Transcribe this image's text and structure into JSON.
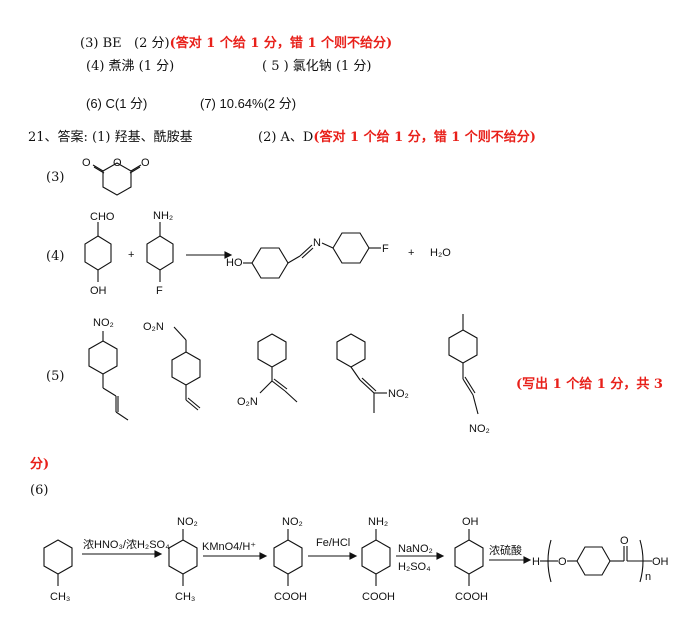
{
  "q3_line": {
    "num": "(3)",
    "ans": "BE",
    "score": "(2 分)",
    "note": "(答对 1 个给 1 分，错 1 个则不给分)"
  },
  "q4_line": {
    "a": "(4) 煮沸 (1 分)",
    "b": "( 5 )  氯化钠 (1 分)"
  },
  "q6_line": {
    "a": "(6)  C(1 分)",
    "b": "(7)  10.64%(2 分)"
  },
  "q21": {
    "head": "21、答案:  (1) 羟基、酰胺基",
    "p2": "(2)  A、D",
    "note": "(答对 1 个给 1 分，错 1 个则不给分)"
  },
  "labels": {
    "p3": "(3)",
    "p4": "(4)",
    "p5": "(5)",
    "p6": "(6)"
  },
  "p5_note_a": "(写出 1 个给 1 分，共 3",
  "p5_note_b": "分)",
  "chem": {
    "o": "O",
    "cho": "CHO",
    "nh2": "NH₂",
    "oh": "OH",
    "f": "F",
    "n": "N",
    "ho": "HO",
    "h2o": "H₂O",
    "plus": "+",
    "no2": "NO₂",
    "o2n": "O₂N",
    "ch3": "CH₃",
    "cooh": "COOH",
    "h": "H",
    "n_sub": "n",
    "r1": "浓HNO₃/浓H₂SO₄",
    "r2": "KMnO4/H⁺",
    "r3": "Fe/HCl",
    "r4a": "NaNO₂",
    "r4b": "H₂SO₄",
    "r5": "浓硫酸"
  }
}
